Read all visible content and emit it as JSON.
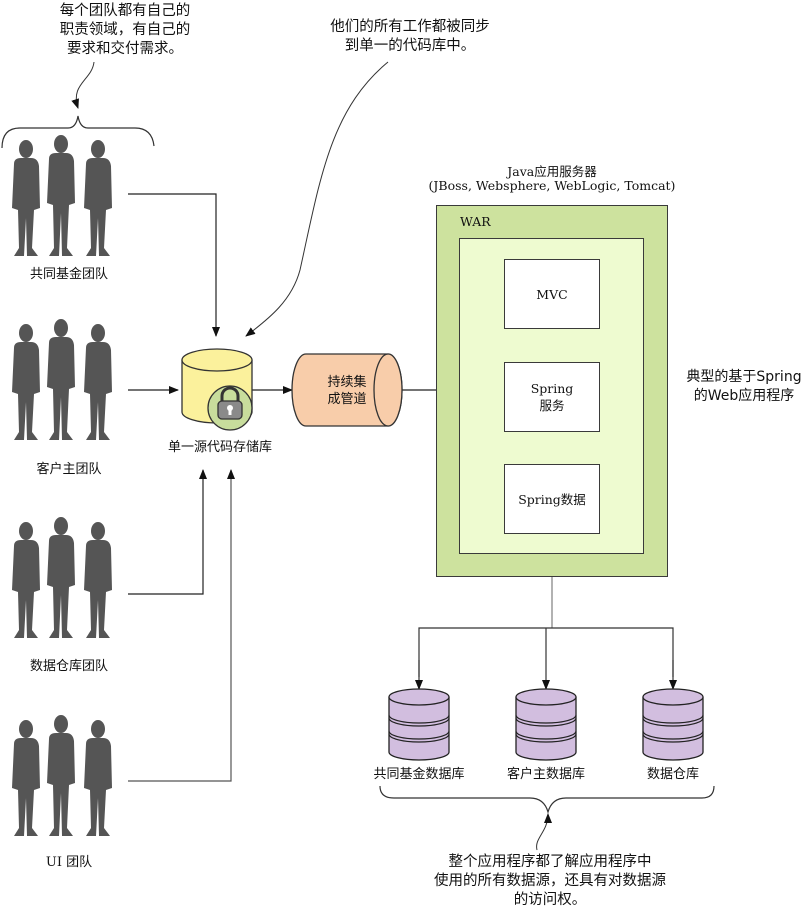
{
  "annotations": {
    "teams_note": [
      "每个团队都有自己的",
      "职责领域，有自己的",
      "要求和交付需求。"
    ],
    "sync_note": [
      "他们的所有工作都被同步",
      "到单一的代码库中。"
    ],
    "app_note": [
      "典型的基于Spring",
      "的Web应用程序"
    ],
    "data_note": [
      "整个应用程序都了解应用程序中",
      "使用的所有数据源，还具有对数据源",
      "的访问权。"
    ]
  },
  "teams": [
    {
      "label": "共同基金团队",
      "icon": "people-group-icon"
    },
    {
      "label": "客户主团队",
      "icon": "people-group-icon"
    },
    {
      "label": "数据仓库团队",
      "icon": "people-group-icon"
    },
    {
      "label": "UI 团队",
      "icon": "people-group-icon"
    }
  ],
  "repository": {
    "label": "单一源代码存储库",
    "icon": "lock-icon"
  },
  "pipeline": {
    "label_lines": [
      "持续集",
      "成管道"
    ]
  },
  "server": {
    "title": "Java应用服务器",
    "subtitle": "(JBoss, Websphere, WebLogic, Tomcat)",
    "war_label": "WAR",
    "components": [
      {
        "lines": [
          "MVC"
        ]
      },
      {
        "lines": [
          "Spring",
          "服务"
        ]
      },
      {
        "lines": [
          "Spring数据"
        ]
      }
    ]
  },
  "databases": [
    {
      "label": "共同基金数据库"
    },
    {
      "label": "客户主数据库"
    },
    {
      "label": "数据仓库"
    }
  ],
  "colors": {
    "repo_fill": "#fbf19c",
    "lock_badge_fill": "#c8dd9c",
    "pipeline_fill": "#f8cdaa",
    "war_outer_fill": "#cde29e",
    "war_inner_fill": "#eefbd0",
    "db_fill": "#d2bedf",
    "silhouette": "#555555"
  }
}
